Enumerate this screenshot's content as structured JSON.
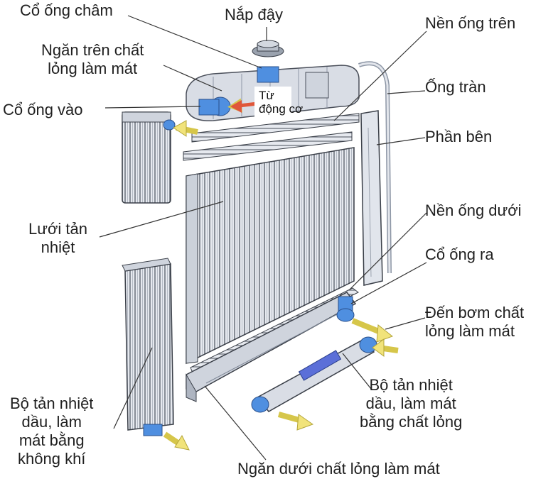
{
  "labels": {
    "filler_neck": "Cổ ống châm",
    "cap": "Nắp đậy",
    "upper_header": "Nền ống trên",
    "upper_tank": "Ngăn trên chất\nlỏng làm mát",
    "overflow_tube": "Ống tràn",
    "inlet_neck": "Cổ ống vào",
    "side_panel": "Phần bên",
    "core": "Lưới tản\nnhiệt",
    "lower_header": "Nền ống dưới",
    "outlet_neck": "Cổ ống ra",
    "to_pump": "Đến bơm chất\nlỏng làm mát",
    "oil_cooler_liquid": "Bộ tản nhiệt\ndầu, làm mát\nbằng chất lỏng",
    "oil_cooler_air": "Bộ tản nhiệt\ndầu, làm\nmát bằng\nkhông khí",
    "lower_tank": "Ngăn dưới chất lỏng làm mát",
    "from_engine": "Từ\nđộng cơ"
  },
  "colors": {
    "metal": "#e3e6ec",
    "metal_dark": "#8e97a6",
    "fin_line": "#4a4f5a",
    "accent_blue": "#4f8fe0",
    "arrow_yellow": "#f1e37a",
    "arrow_red": "#e0573a"
  }
}
